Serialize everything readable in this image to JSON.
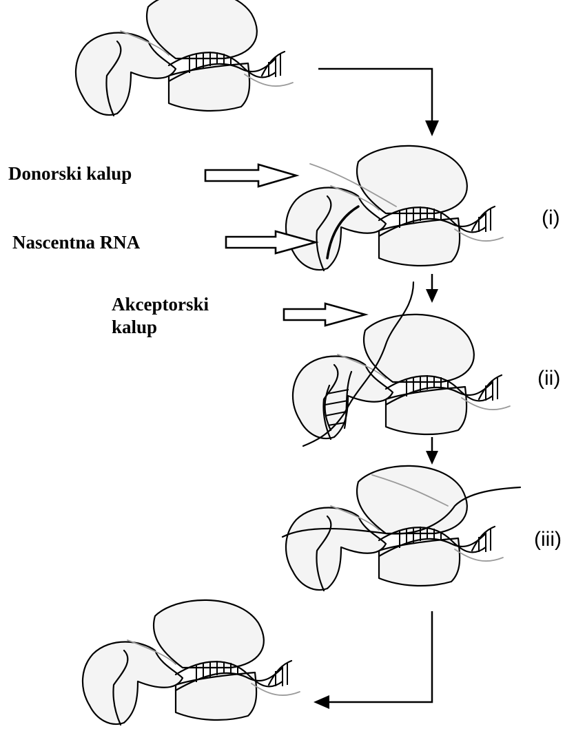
{
  "labels": {
    "donor": "Donorski kalup",
    "nascent": "Nascentna RNA",
    "acceptor_line1": "Akceptorski",
    "acceptor_line2": "kalup"
  },
  "steps": {
    "i": "(i)",
    "ii": "(ii)",
    "iii": "(iii)"
  }
}
